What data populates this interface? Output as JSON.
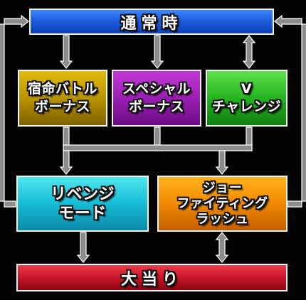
{
  "nodes": {
    "normal": "通常時",
    "bonus_a": "宿命バトル\nボーナス",
    "bonus_b": "スペシャル\nボーナス",
    "v_challenge": "V\nチャレンジ",
    "revenge": "リベンジ\nモード",
    "rush": "ジョー\nファイティング\nラッシュ",
    "jackpot": "大当り"
  },
  "colors": {
    "arrow_fill": "#8c8c8c",
    "arrow_outline": "#ffffff",
    "border": "#f4f4f4",
    "background": "#030303"
  }
}
